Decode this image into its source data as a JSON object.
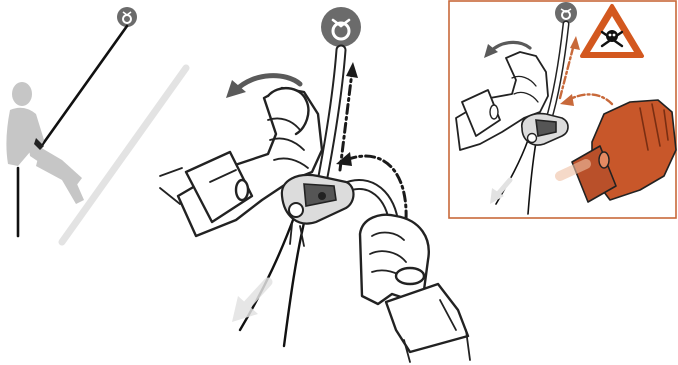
{
  "colors": {
    "anchor": "#6b6b6b",
    "hazard": "#d3581f",
    "inset_frame": "#c8693a",
    "ghost_arrow": "#e2e2e2",
    "climber": "#c6c6c6",
    "rotate_arrow": "#5a5a5a",
    "glove_orange": "#c8572a"
  },
  "icons": {
    "anchor": "anchor-ring-icon",
    "warning": "skull-warning-icon",
    "device": "belay-device-icon"
  },
  "panels": [
    {
      "name": "climber-overview-panel"
    },
    {
      "name": "handling-detail-panel"
    },
    {
      "name": "wrong-handling-inset"
    }
  ]
}
